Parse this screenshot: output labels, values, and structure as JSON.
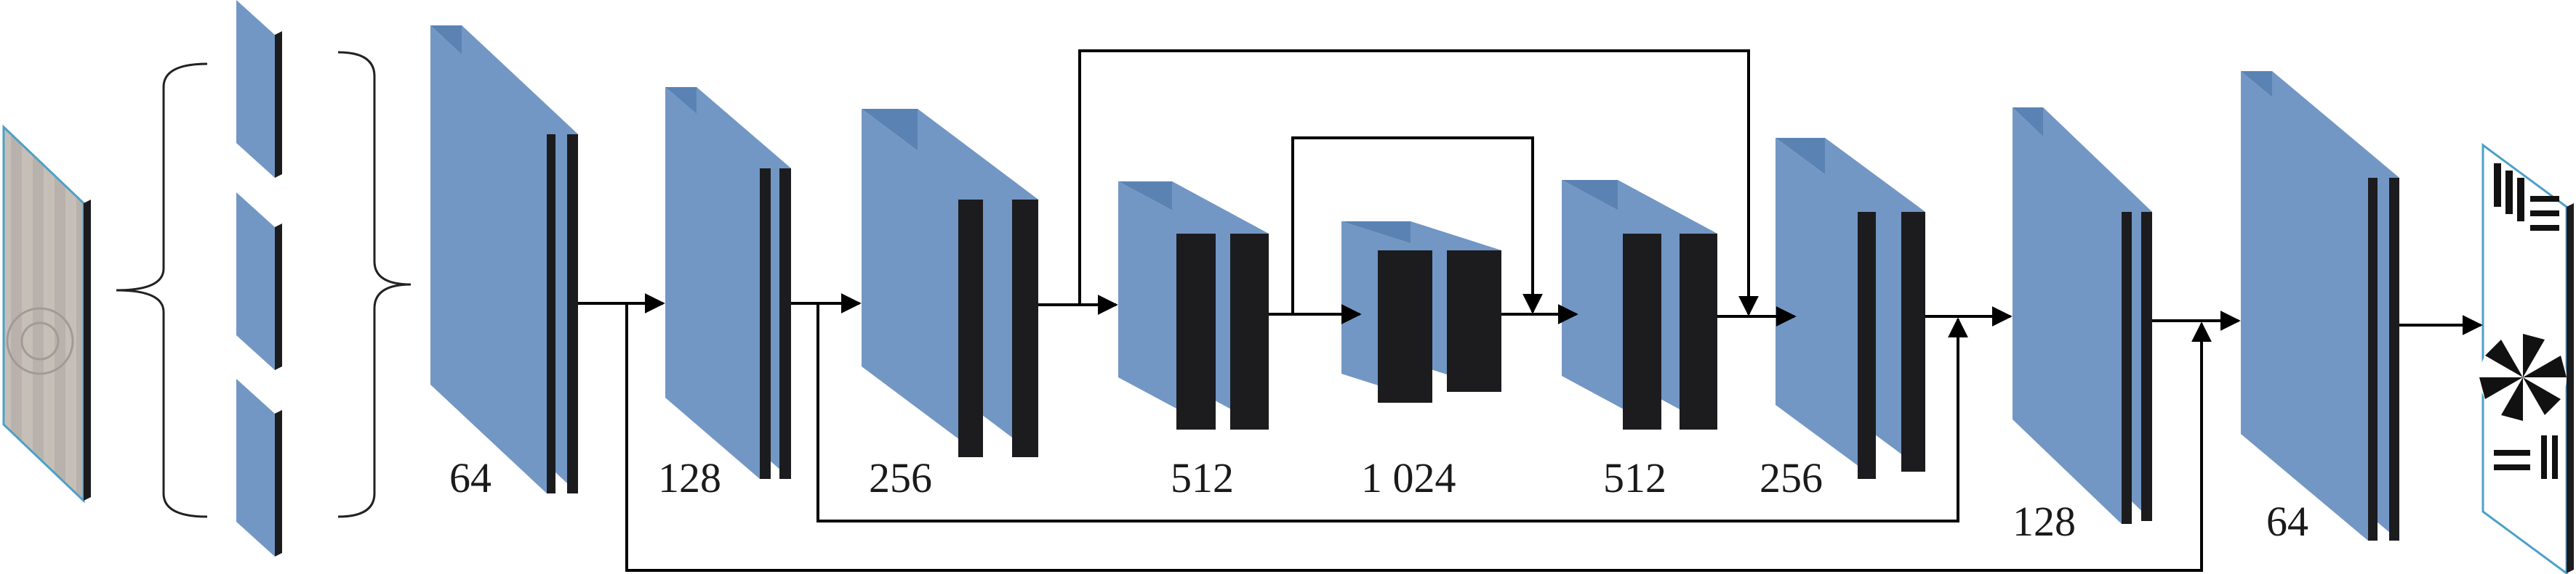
{
  "diagram": {
    "colors": {
      "block_front": "#7397c4",
      "block_top": "#5a83b4",
      "block_side": "#1c1c1e",
      "input_image": "#b9b2ac",
      "line": "#000000"
    },
    "channel_labels": {
      "enc1": "64",
      "enc2": "128",
      "enc3": "256",
      "enc4": "512",
      "bottleneck": "1 024",
      "dec4": "512",
      "dec3": "256",
      "dec2": "128",
      "dec1": "64"
    },
    "icons": {
      "input": "blurred-target-image",
      "output": "resolution-test-chart-image"
    }
  }
}
